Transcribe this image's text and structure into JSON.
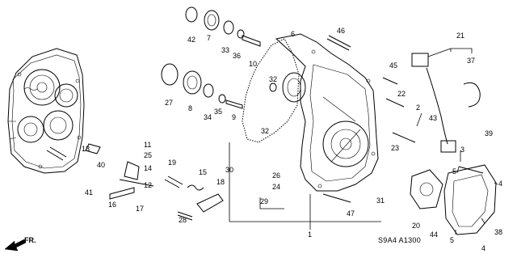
{
  "diagram": {
    "code": "S9A4  A1300",
    "direction_label": "FR.",
    "callouts": [
      "1",
      "2",
      "3",
      "4",
      "5",
      "6",
      "7",
      "8",
      "9",
      "10",
      "11",
      "12",
      "13",
      "14",
      "15",
      "16",
      "17",
      "18",
      "19",
      "20",
      "21",
      "22",
      "23",
      "24",
      "25",
      "26",
      "27",
      "28",
      "29",
      "30",
      "31",
      "32",
      "33",
      "34",
      "35",
      "36",
      "37",
      "38",
      "39",
      "40",
      "41",
      "42",
      "43",
      "44",
      "45",
      "46",
      "47"
    ]
  }
}
